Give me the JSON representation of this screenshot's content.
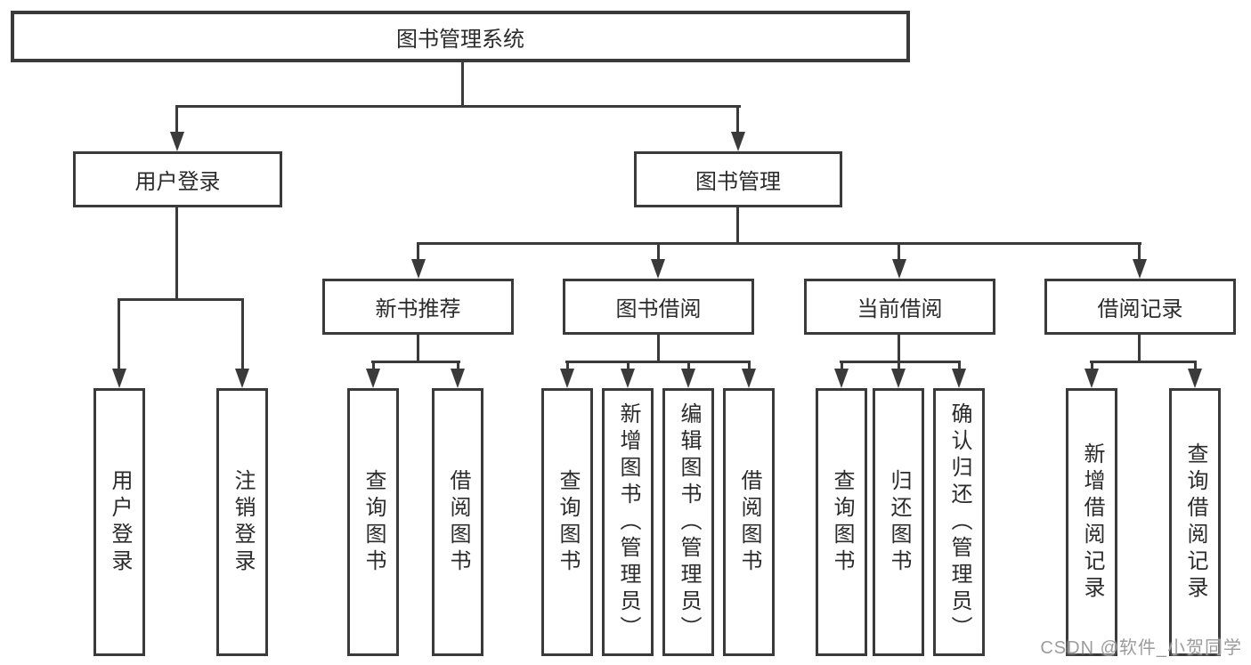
{
  "tree": {
    "root": {
      "label": "图书管理系统"
    },
    "branches": [
      {
        "label": "用户登录",
        "children": [
          {
            "label": "用户登录"
          },
          {
            "label": "注销登录"
          }
        ]
      },
      {
        "label": "图书管理",
        "children": [
          {
            "label": "新书推荐",
            "children": [
              {
                "label": "查询图书"
              },
              {
                "label": "借阅图书"
              }
            ]
          },
          {
            "label": "图书借阅",
            "children": [
              {
                "label": "查询图书"
              },
              {
                "label": "新增图书（管理员）"
              },
              {
                "label": "编辑图书（管理员）"
              },
              {
                "label": "借阅图书"
              }
            ]
          },
          {
            "label": "当前借阅",
            "children": [
              {
                "label": "查询图书"
              },
              {
                "label": "归还图书"
              },
              {
                "label": "确认归还（管理员）"
              }
            ]
          },
          {
            "label": "借阅记录",
            "children": [
              {
                "label": "新增借阅记录"
              },
              {
                "label": "查询借阅记录"
              }
            ]
          }
        ]
      }
    ]
  },
  "watermark": "CSDN @软件_小贺同学",
  "colors": {
    "line": "#3a3a3a",
    "text": "#2b2b2b",
    "watermark": "#9c9c9c",
    "background": "#ffffff"
  }
}
